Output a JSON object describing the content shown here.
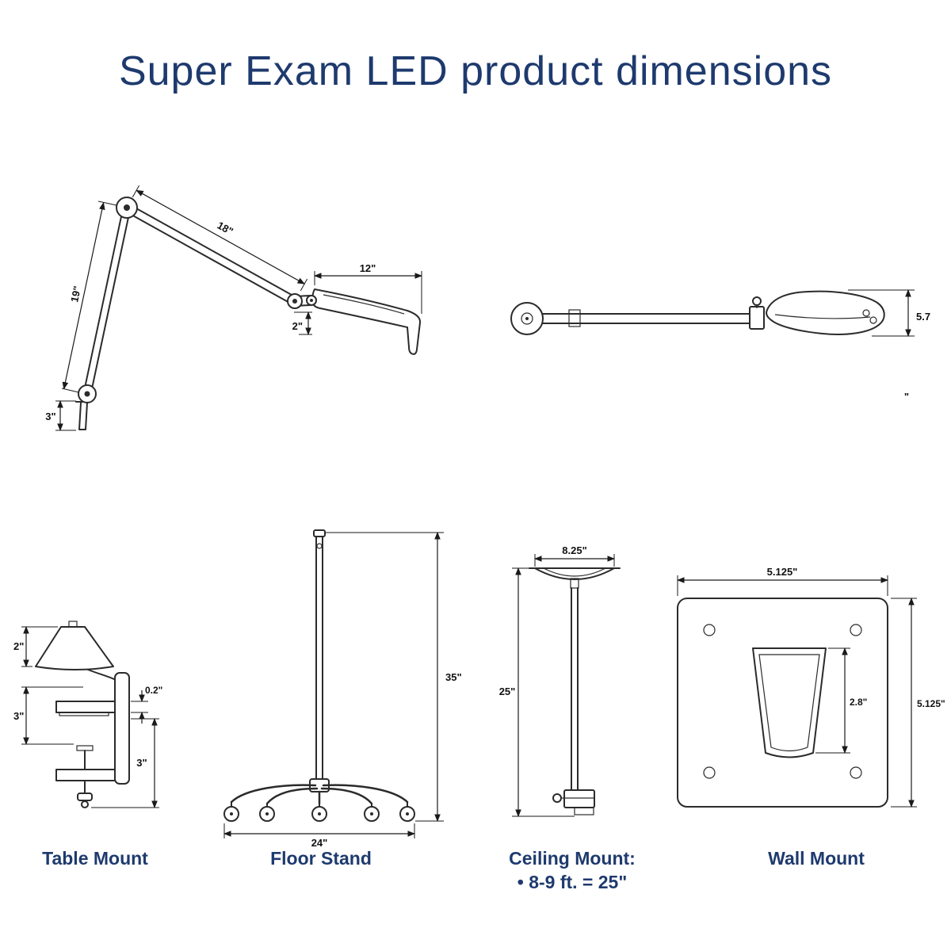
{
  "title": "Super Exam LED product dimensions",
  "colors": {
    "navy": "#1e3a6e",
    "ink": "#2b2b2b"
  },
  "lamp_top_view": {
    "upper_arm_length": "18\"",
    "lower_arm_length": "19\"",
    "head_length": "12\"",
    "head_offset": "2\"",
    "mount_pin": "3\""
  },
  "lamp_side_view": {
    "head_depth": "5.7",
    "unit_mark": "\""
  },
  "mounts": {
    "table": {
      "label": "Table Mount",
      "shade_height": "2\"",
      "arm_drop": "3\"",
      "pad_thickness": "0.2\"",
      "clamp_depth": "3\""
    },
    "floor": {
      "label": "Floor Stand",
      "height": "35\"",
      "base_width": "24\""
    },
    "ceiling": {
      "label": "Ceiling Mount:",
      "note": "• 8-9 ft. = 25\"",
      "canopy_width": "8.25\"",
      "drop_length": "25\""
    },
    "wall": {
      "label": "Wall Mount",
      "plate_width": "5.125\"",
      "plate_height": "5.125\"",
      "slot_height": "2.8\""
    }
  }
}
